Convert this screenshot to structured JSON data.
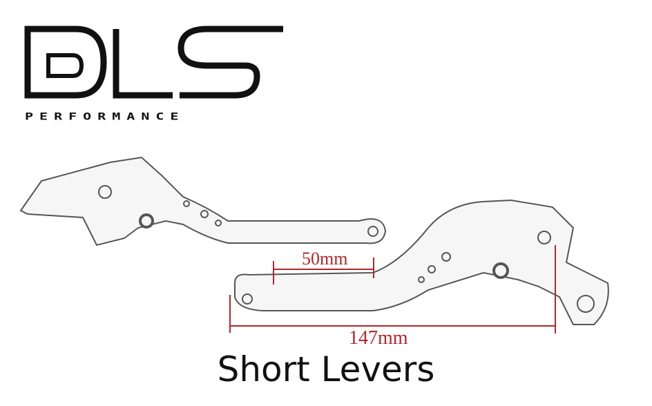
{
  "logo": {
    "brand": "DLS",
    "subtitle": "PERFORMANCE"
  },
  "dimensions": {
    "short_length": "50mm",
    "total_length": "147mm"
  },
  "caption": "Short Levers",
  "colors": {
    "dimension": "#b3262b",
    "logo": "#111111",
    "lever_outline": "#555555"
  }
}
